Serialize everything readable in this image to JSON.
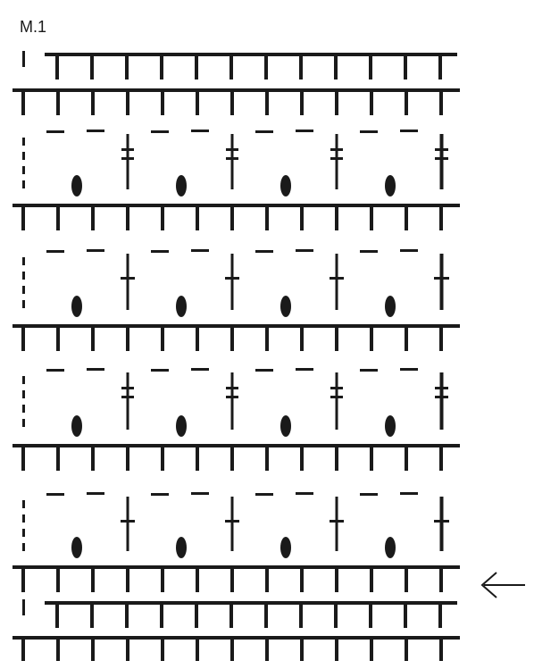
{
  "title": "M.1",
  "colors": {
    "ink": "#1a1a1a",
    "background": "#ffffff"
  },
  "icons": {
    "direction_marker": "left-arrow-icon"
  },
  "pattern": {
    "rows_bottom_to_top": [
      {
        "type": "treble",
        "count": 13,
        "edge": "end-dash"
      },
      {
        "type": "treble",
        "count": 12,
        "edge": "start-dash"
      },
      {
        "type": "treble",
        "count": 13,
        "edge": "end-dash",
        "marked_start_row": true
      },
      {
        "type": "bobble-lace",
        "repeats": 4,
        "edge_stitch": "single-bar",
        "top_chains": 8
      },
      {
        "type": "treble",
        "count": 13,
        "edge": "end-dash"
      },
      {
        "type": "bobble-lace",
        "repeats": 4,
        "edge_stitch": "double-bar",
        "top_chains": 8
      },
      {
        "type": "treble",
        "count": 13,
        "edge": "end-dash"
      },
      {
        "type": "bobble-lace",
        "repeats": 4,
        "edge_stitch": "single-bar",
        "top_chains": 8
      },
      {
        "type": "treble",
        "count": 13,
        "edge": "end-dash"
      },
      {
        "type": "bobble-lace",
        "repeats": 4,
        "edge_stitch": "double-bar",
        "top_chains": 8
      },
      {
        "type": "treble",
        "count": 13,
        "edge": "end-dash"
      },
      {
        "type": "treble",
        "count": 12,
        "edge": "start-dash"
      }
    ]
  }
}
